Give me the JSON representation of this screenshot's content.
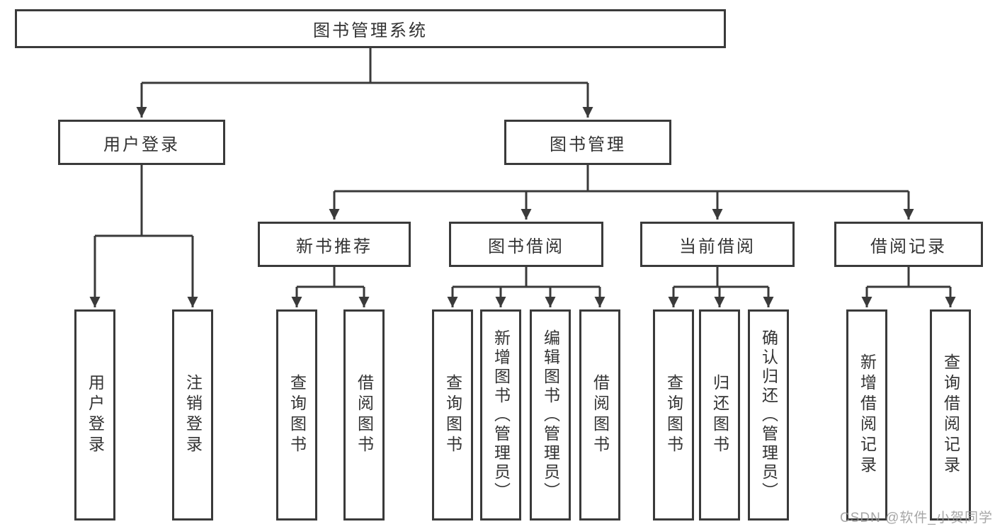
{
  "tree": {
    "root": "图书管理系统",
    "branches": [
      {
        "label": "用户登录",
        "children": [
          "用户登录",
          "注销登录"
        ]
      },
      {
        "label": "图书管理",
        "children": [
          {
            "label": "新书推荐",
            "children": [
              "查询图书",
              "借阅图书"
            ]
          },
          {
            "label": "图书借阅",
            "children": [
              "查询图书",
              "新增图书（管理员）",
              "编辑图书（管理员）",
              "借阅图书"
            ]
          },
          {
            "label": "当前借阅",
            "children": [
              "查询图书",
              "归还图书",
              "确认归还（管理员）"
            ]
          },
          {
            "label": "借阅记录",
            "children": [
              "新增借阅记录",
              "查询借阅记录"
            ]
          }
        ]
      }
    ]
  },
  "watermark": "CSDN @软件_小贺同学",
  "colors": {
    "line": "#3a3a3a",
    "text": "#333333",
    "background": "#ffffff",
    "watermark": "#969696"
  }
}
